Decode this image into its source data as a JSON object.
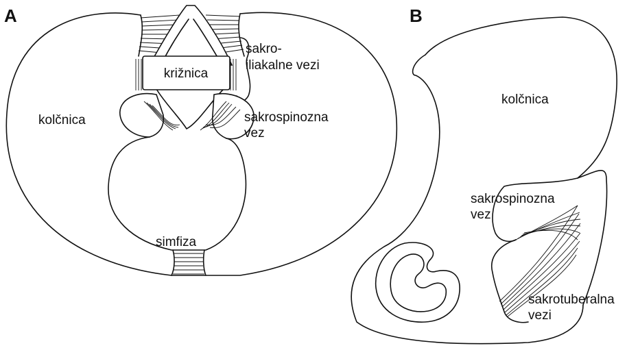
{
  "panels": [
    {
      "letter": "A",
      "labels": {
        "križnica": "križnica",
        "sakroiliakalne_line1": "sakro-",
        "sakroiliakalne_line2": "iliakalne vezi",
        "kolčnica": "kolčnica",
        "sakrospinozna_line1": "sakrospinozna",
        "sakrospinozna_line2": "vez",
        "simfiza": "simfiza"
      }
    },
    {
      "letter": "B",
      "labels": {
        "kolčnica": "kolčnica",
        "sakrospinozna_line1": "sakrospinozna",
        "sakrospinozna_line2": "vez",
        "sakrotuberalna_line1": "sakrotuberalna",
        "sakrotuberalna_line2": "vezi"
      }
    }
  ]
}
